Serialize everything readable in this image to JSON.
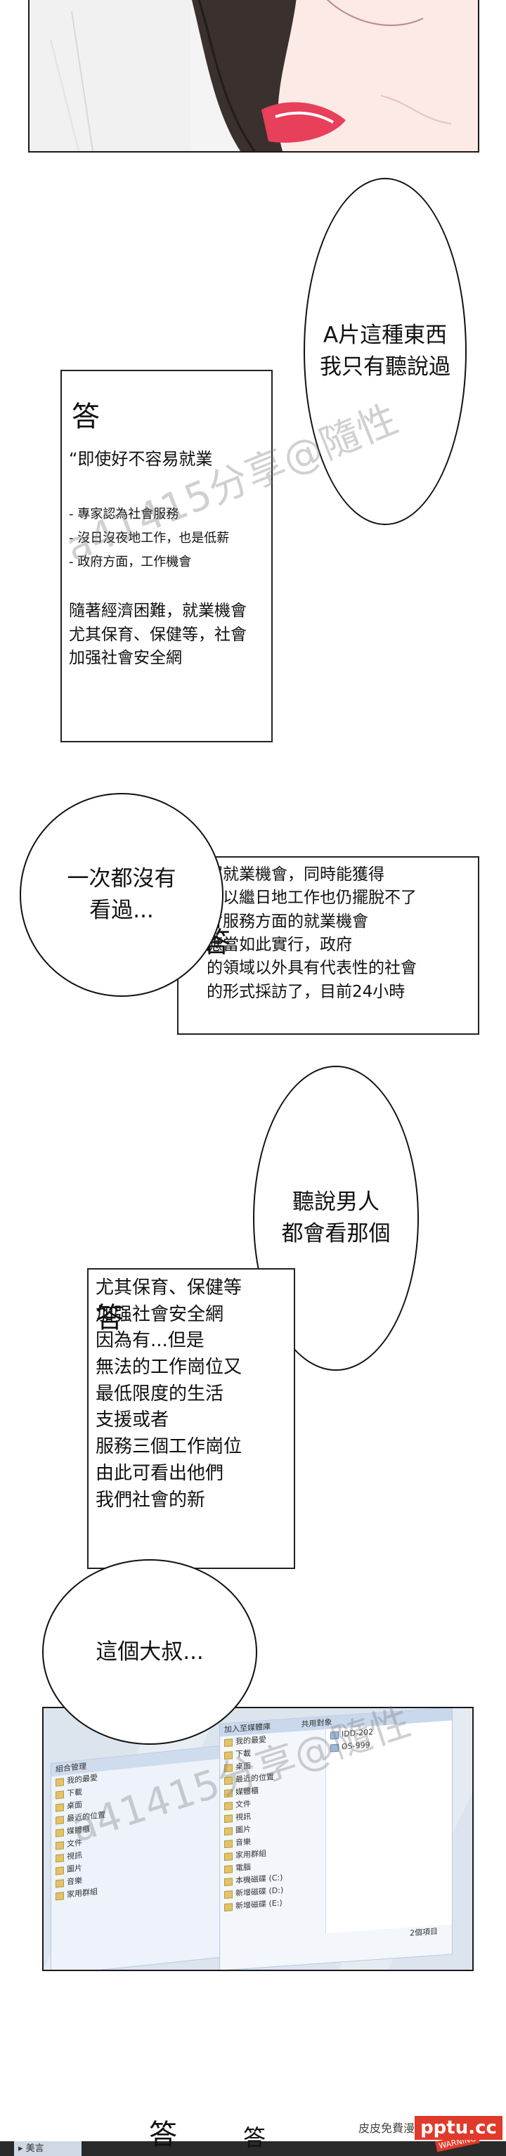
{
  "bubbles": {
    "a_pian": [
      "A片這種東西",
      "我只有聽說過"
    ],
    "never": [
      "一次都沒有",
      "看過..."
    ],
    "heard": [
      "聽說男人",
      "都會看那個"
    ],
    "uncle": [
      "這個大叔..."
    ]
  },
  "paper1": {
    "mark": "答",
    "lead": "“即使好不容易就業",
    "items": [
      "- 專家認為社會服務",
      "- 沒日沒夜地工作，也是低薪",
      "- 政府方面，工作機會"
    ],
    "para": [
      "隨著經濟困難，就業機會",
      "尤其保育、保健等，社會",
      "加强社會安全網"
    ]
  },
  "paper2": {
    "mark": "答",
    "lines": [
      "照就業機會，同時能獲得",
      "夜以繼日地工作也仍擺脫不了",
      "會服務方面的就業機會",
      "應當如此實行，政府",
      "的領域以外具有代表性的社會",
      "的形式採訪了，目前24小時"
    ]
  },
  "paper3": {
    "mark": "答",
    "lines": [
      "尤其保育、保健等",
      "加强社會安全網",
      "因為有...但是",
      "無法的工作崗位又",
      "最低限度的生活",
      "支援或者",
      "服務三個工作崗位",
      "由此可看出他們",
      "我們社會的新"
    ]
  },
  "watermarks": {
    "main": "a41415分享@隨性",
    "bottom_right": "pptu.cc",
    "bottom_small": "皮皮免費漫"
  },
  "explorer": {
    "title": "加入至媒體庫",
    "title2": "共用對象",
    "left_nav": [
      "我的最愛",
      "下載",
      "桌面",
      "最近的位置",
      "媒體櫃",
      "文件",
      "視訊",
      "圖片",
      "音樂",
      "家用群組",
      "電腦",
      "本機磁碟 (C:)",
      "新增磁碟 (D:)",
      "新增磁碟 (E:)"
    ],
    "files": [
      "IDD-202",
      "OS-999"
    ],
    "footer": "2個項目",
    "menu": "組合管理"
  },
  "bottom_strip": {
    "mark1": "答",
    "mark2": "答",
    "tab": "美言",
    "tag": "WARNING"
  },
  "colors": {
    "skin": "#fbeae6",
    "lips": "#e8405a",
    "hair": "#3a302d",
    "accent_red": "#e03a2a"
  }
}
